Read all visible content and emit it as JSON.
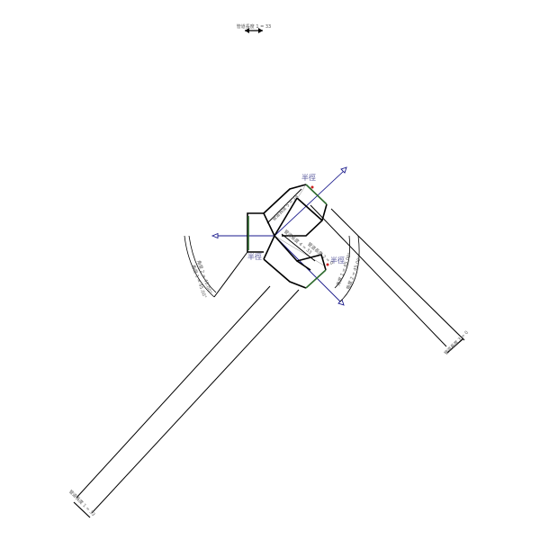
{
  "dimensions": {
    "pipe_length_1": "管道長度 1 = 33",
    "pipe_length_2": "管道長度 2 = 0",
    "pipe_length_3": "管道長度 3 = 0",
    "pipe_length_4": "管道長度 4 = 33",
    "pipe_length_5": "管道長度 5 = 14",
    "angle_1": "角度 1 = 45.00°",
    "angle_2": "角度 2 = 45.00°",
    "angle_3": "角度 1 = 45.00°",
    "angle_4": "角度 2 = 45.00°"
  },
  "radius_labels": [
    "半徑",
    "半徑",
    "半徑"
  ],
  "colors": {
    "line": "#000000",
    "axis": "#1a1a8c",
    "edge": "#2e6b2e",
    "marker": "#cc2222"
  }
}
